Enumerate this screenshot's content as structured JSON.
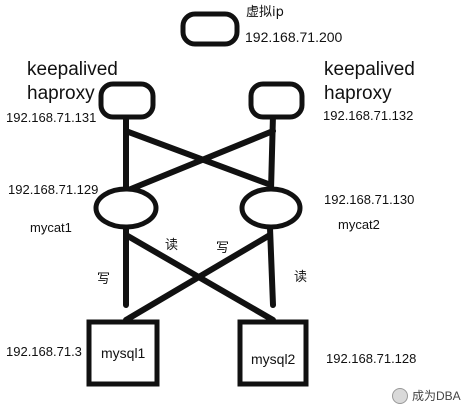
{
  "vip": {
    "label": "虚拟ip",
    "ip": "192.168.71.200"
  },
  "haproxy_left": {
    "line1": "keepalived",
    "line2": "haproxy",
    "ip": "192.168.71.131"
  },
  "haproxy_right": {
    "line1": "keepalived",
    "line2": "haproxy",
    "ip": "192.168.71.132"
  },
  "mycat1": {
    "ip": "192.168.71.129",
    "name": "mycat1"
  },
  "mycat2": {
    "ip": "192.168.71.130",
    "name": "mycat2"
  },
  "mysql1": {
    "ip": "192.168.71.3",
    "name": "mysql1"
  },
  "mysql2": {
    "ip": "192.168.71.128",
    "name": "mysql2"
  },
  "edges": {
    "read_a": "读",
    "write_a": "写",
    "write_b": "写",
    "read_b": "读"
  },
  "watermark": "成为DBA",
  "colors": {
    "stroke": "#111111",
    "background": "#ffffff"
  }
}
